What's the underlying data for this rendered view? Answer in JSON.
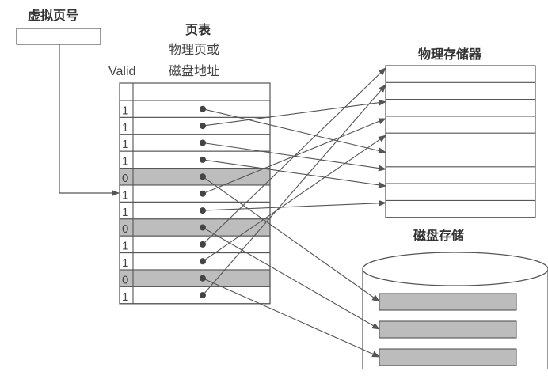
{
  "labels": {
    "virtual_page_number": "虚拟页号",
    "page_table": "页表",
    "column_header_line1": "物理页或",
    "column_header_line2": "磁盘地址",
    "valid": "Valid",
    "physical_memory": "物理存储器",
    "disk_storage": "磁盘存储"
  },
  "page_table": {
    "entries": [
      {
        "valid": "1",
        "target": "mem",
        "slot": 5
      },
      {
        "valid": "1",
        "target": "mem",
        "slot": 2
      },
      {
        "valid": "1",
        "target": "mem",
        "slot": 6
      },
      {
        "valid": "1",
        "target": "mem",
        "slot": 7
      },
      {
        "valid": "0",
        "target": "disk",
        "slot": 0
      },
      {
        "valid": "1",
        "target": "mem",
        "slot": 3
      },
      {
        "valid": "1",
        "target": "mem",
        "slot": 8
      },
      {
        "valid": "0",
        "target": "disk",
        "slot": 1
      },
      {
        "valid": "1",
        "target": "mem",
        "slot": 0
      },
      {
        "valid": "1",
        "target": "mem",
        "slot": 4
      },
      {
        "valid": "0",
        "target": "disk",
        "slot": 2
      },
      {
        "valid": "1",
        "target": "mem",
        "slot": 1
      }
    ],
    "pointed_entry_index": 5
  },
  "physical_memory": {
    "frames": 9
  },
  "disk": {
    "blocks": 3
  },
  "colors": {
    "line": "#555555",
    "invalid_fill": "#bdbdbd",
    "disk_block_fill": "#bcbcbc"
  }
}
